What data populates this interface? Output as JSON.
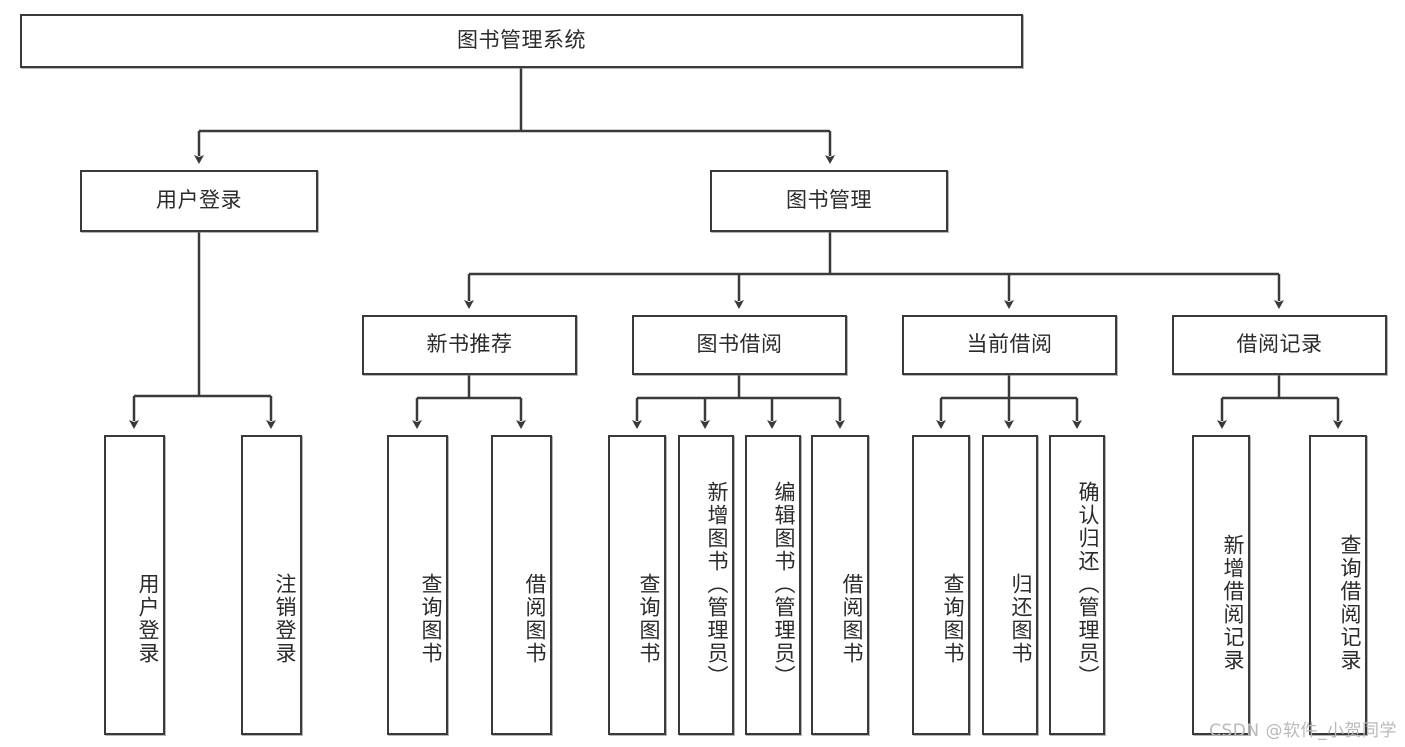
{
  "diagram": {
    "title": "图书管理系统",
    "type": "tree-hierarchy",
    "root": {
      "label": "图书管理系统"
    },
    "level2": [
      {
        "label": "用户登录"
      },
      {
        "label": "图书管理"
      }
    ],
    "level3": [
      {
        "label": "新书推荐"
      },
      {
        "label": "图书借阅"
      },
      {
        "label": "当前借阅"
      },
      {
        "label": "借阅记录"
      }
    ],
    "leaves": {
      "user_login": [
        {
          "label": "用户登录"
        },
        {
          "label": "注销登录"
        }
      ],
      "new_book_recommend": [
        {
          "label": "查询图书"
        },
        {
          "label": "借阅图书"
        }
      ],
      "book_borrow": [
        {
          "label": "查询图书"
        },
        {
          "label": "新增图书（管理员）"
        },
        {
          "label": "编辑图书（管理员）"
        },
        {
          "label": "借阅图书"
        }
      ],
      "current_borrow": [
        {
          "label": "查询图书"
        },
        {
          "label": "归还图书"
        },
        {
          "label": "确认归还（管理员）"
        }
      ],
      "borrow_record": [
        {
          "label": "新增借阅记录"
        },
        {
          "label": "查询借阅记录"
        }
      ]
    }
  },
  "watermark": {
    "text": "CSDN @软件_小贺同学"
  },
  "colors": {
    "stroke": "#3a3a3a",
    "background": "#ffffff",
    "text": "#2b2b2b",
    "watermark": "#b9b9b9"
  }
}
